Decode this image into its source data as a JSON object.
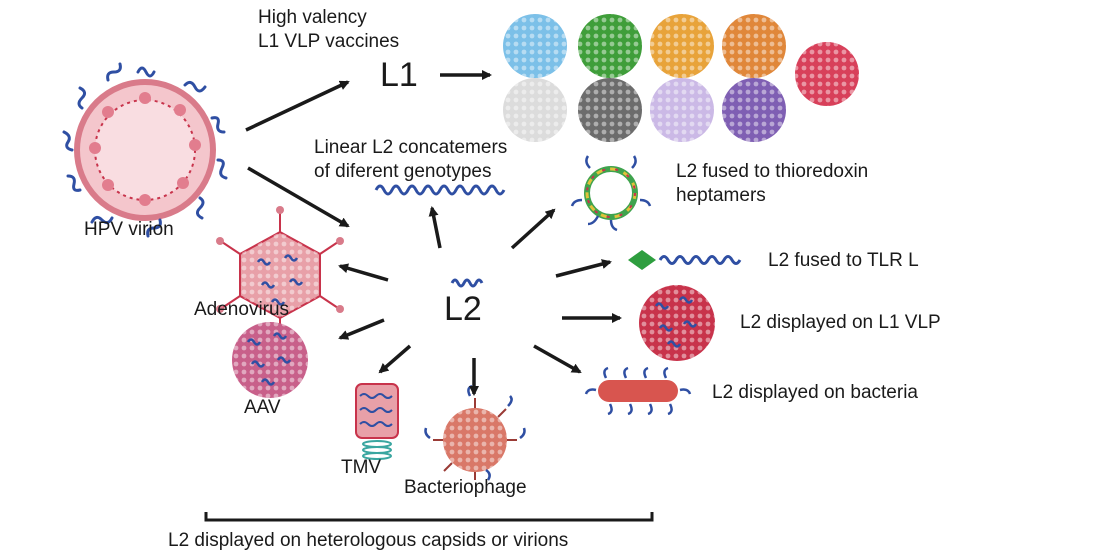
{
  "labels": {
    "l1_vaccines_line1": "High valency",
    "l1_vaccines_line2": "L1 VLP vaccines",
    "l1": "L1",
    "hpv_virion": "HPV virion",
    "concatemers_line1": "Linear L2 concatemers",
    "concatemers_line2": "of diferent genotypes",
    "thioredoxin_line1": "L2 fused to thioredoxin",
    "thioredoxin_line2": "heptamers",
    "tlr": "L2 fused to TLR L",
    "l2": "L2",
    "adenovirus": "Adenovirus",
    "vlp_display": "L2 displayed on L1 VLP",
    "aav": "AAV",
    "bacteria": "L2 displayed on bacteria",
    "tmv": "TMV",
    "bacteriophage": "Bacteriophage",
    "heterologous": "L2 displayed on heterologous capsids or virions"
  },
  "colors": {
    "text": "#1a1a1a",
    "arrow": "#1a1a1a",
    "l2_peptide": "#2f4fa3",
    "capsid_pink": "#e8a0a8",
    "capsid_red": "#c8334b",
    "tlr_green": "#2e9e3f",
    "vlp_row1": [
      "#7cc0e8",
      "#3f9e3a",
      "#e8a33a",
      "#e0873a",
      "#d8405a"
    ],
    "vlp_row2": [
      "#dcdcdc",
      "#6c6c6c",
      "#cbb9e6",
      "#7f5fb3"
    ]
  }
}
